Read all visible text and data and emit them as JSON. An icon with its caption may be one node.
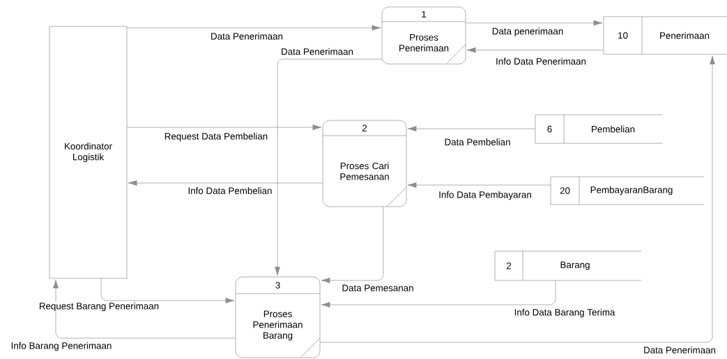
{
  "diagram": {
    "nodes": [
      {
        "text": [
          "Koordinator Logistik"
        ]
      },
      {
        "text": [
          "1",
          "Proses Penerimaan"
        ]
      },
      {
        "text": [
          "10",
          "Penerimaan"
        ]
      },
      {
        "text": [
          "2",
          "Proses Cari Pemesanan"
        ]
      },
      {
        "text": [
          "6",
          "Pembelian"
        ]
      },
      {
        "text": [
          "20",
          "PembayaranBarang"
        ]
      },
      {
        "text": [
          "2",
          "Barang"
        ]
      },
      {
        "text": [
          "3",
          "Proses Penerimaan Barang"
        ]
      }
    ],
    "edges": [
      {
        "from": 0,
        "to": 1,
        "arrow": "to",
        "label": "Data Penerimaan"
      },
      {
        "from": 1,
        "to": 2,
        "arrow": "to",
        "label": "Data penerimaan"
      },
      {
        "from": 2,
        "to": 1,
        "arrow": "to",
        "label": "Info Data Penerimaan"
      },
      {
        "from": 1,
        "to": 7,
        "arrow": "to",
        "label": "Data Penerimaan"
      },
      {
        "from": 0,
        "to": 3,
        "arrow": "to",
        "label": "Request Data Pembelian"
      },
      {
        "from": 4,
        "to": 3,
        "arrow": "to",
        "label": "Data Pembelian"
      },
      {
        "from": 3,
        "to": 0,
        "arrow": "to",
        "label": "Info Data Pembelian"
      },
      {
        "from": 5,
        "to": 3,
        "arrow": "to",
        "label": "Info Data Pembayaran"
      },
      {
        "from": 3,
        "to": 7,
        "arrow": "to",
        "label": "Data Pemesanan"
      },
      {
        "from": 0,
        "to": 7,
        "arrow": "to",
        "label": "Request Barang Penerimaan"
      },
      {
        "from": 6,
        "to": 7,
        "arrow": "to",
        "label": "Info Data Barang Terima"
      },
      {
        "from": 7,
        "to": 0,
        "arrow": "to",
        "label": "Info Barang Penerimaan"
      },
      {
        "from": 7,
        "to": 2,
        "arrow": "to",
        "label": "Data Penerimaan"
      }
    ]
  }
}
